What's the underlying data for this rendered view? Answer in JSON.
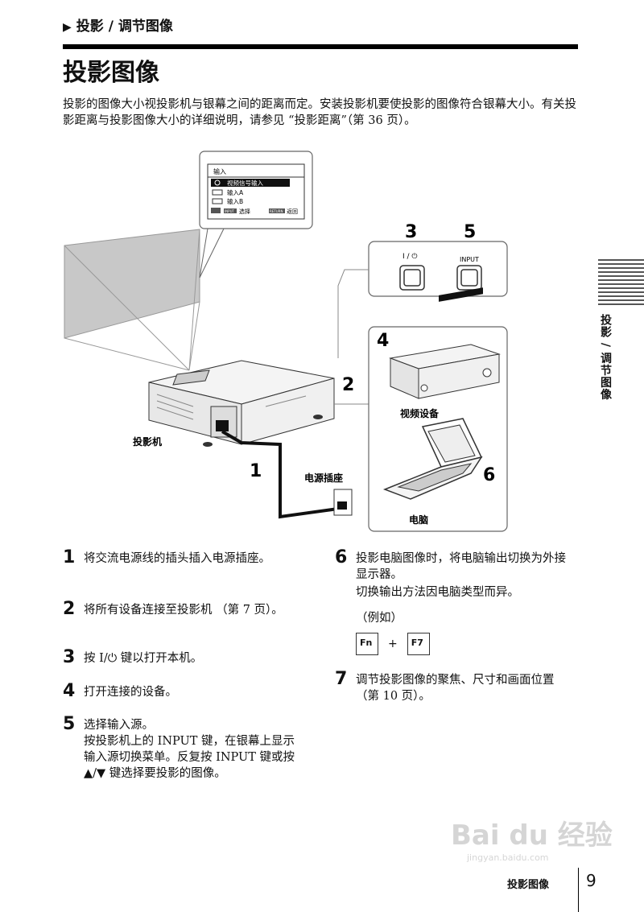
{
  "breadcrumb": "投影 / 调节图像",
  "page_title": "投影图像",
  "intro": "投影的图像大小视投影机与银幕之间的距离而定。安装投影机要使投影的图像符合银幕大小。有关投影距离与投影图像大小的详细说明，请参见 “投影距离”（第 36 页）。",
  "side_tab": "投影 / 调节图像",
  "diagram": {
    "menu": {
      "title": "输入",
      "items": [
        "视频信号输入",
        "输入A",
        "输入B"
      ],
      "select_hint": "选择",
      "return_hint": "返回",
      "input_tag": "INPUT",
      "return_tag": "RETURN"
    },
    "panel_labels": {
      "power": "I / ⏻",
      "input": "INPUT"
    },
    "callouts": {
      "n1": "1",
      "n2": "2",
      "n3": "3",
      "n4": "4",
      "n5": "5",
      "n6": "6"
    },
    "labels": {
      "projector": "投影机",
      "outlet": "电源插座",
      "video_device": "视频设备",
      "computer": "电脑"
    }
  },
  "steps": [
    {
      "num": "1",
      "text": "将交流电源线的插头插入电源插座。"
    },
    {
      "num": "2",
      "text": "将所有设备连接至投影机 （第 7 页）。"
    },
    {
      "num": "3",
      "text": "按 I/⏻ 键以打开本机。"
    },
    {
      "num": "4",
      "text": "打开连接的设备。"
    },
    {
      "num": "5",
      "text": "选择输入源。",
      "detail": "按投影机上的 INPUT 键，在银幕上显示输入源切换菜单。反复按 INPUT 键或按 ▲/▼ 键选择要投影的图像。"
    },
    {
      "num": "6",
      "text": "投影电脑图像时，将电脑输出切换为外接显示器。",
      "detail": "切换输出方法因电脑类型而异。",
      "example": "（例如）",
      "keys": [
        "Fn",
        "+",
        "F7"
      ]
    },
    {
      "num": "7",
      "text": "调节投影图像的聚焦、尺寸和画面位置 （第 10 页）。"
    }
  ],
  "footer": {
    "label": "投影图像",
    "page": "9"
  },
  "watermark": {
    "brand": "Bai du 经验",
    "url": "jingyan.baidu.com"
  }
}
